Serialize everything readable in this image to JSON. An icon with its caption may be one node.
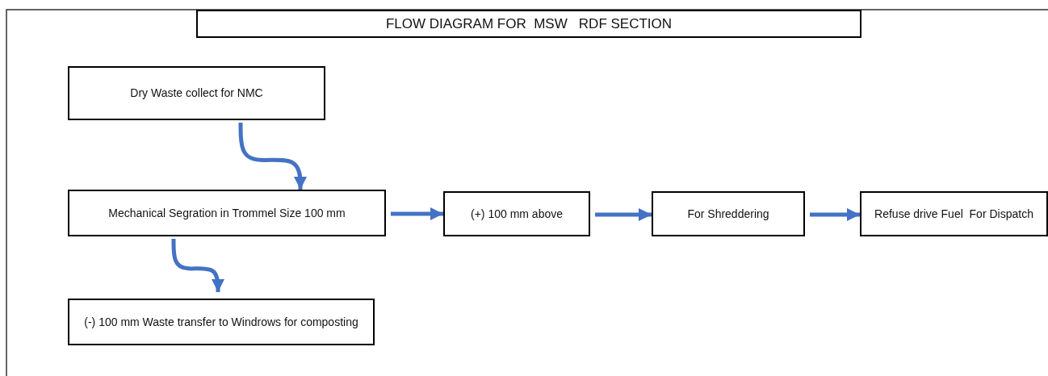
{
  "diagram": {
    "title": "FLOW DIAGRAM FOR  MSW   RDF SECTION",
    "nodes": [
      {
        "text": [
          "Dry Waste collect for NMC"
        ]
      },
      {
        "text": [
          "Mechanical Segration in Trommel Size 100 mm"
        ]
      },
      {
        "text": [
          "(+) 100 mm above"
        ]
      },
      {
        "text": [
          "For Shreddering"
        ]
      },
      {
        "text": [
          "Refuse drive Fuel  For Dispatch"
        ]
      },
      {
        "text": [
          "(-) 100 mm Waste transfer to Windrows for composting"
        ]
      }
    ],
    "edges": [
      {
        "from": 0,
        "to": 1,
        "arrow": "to"
      },
      {
        "from": 1,
        "to": 2,
        "arrow": "to"
      },
      {
        "from": 2,
        "to": 3,
        "arrow": "to"
      },
      {
        "from": 3,
        "to": 4,
        "arrow": "to"
      },
      {
        "from": 1,
        "to": 5,
        "arrow": "to"
      }
    ]
  }
}
